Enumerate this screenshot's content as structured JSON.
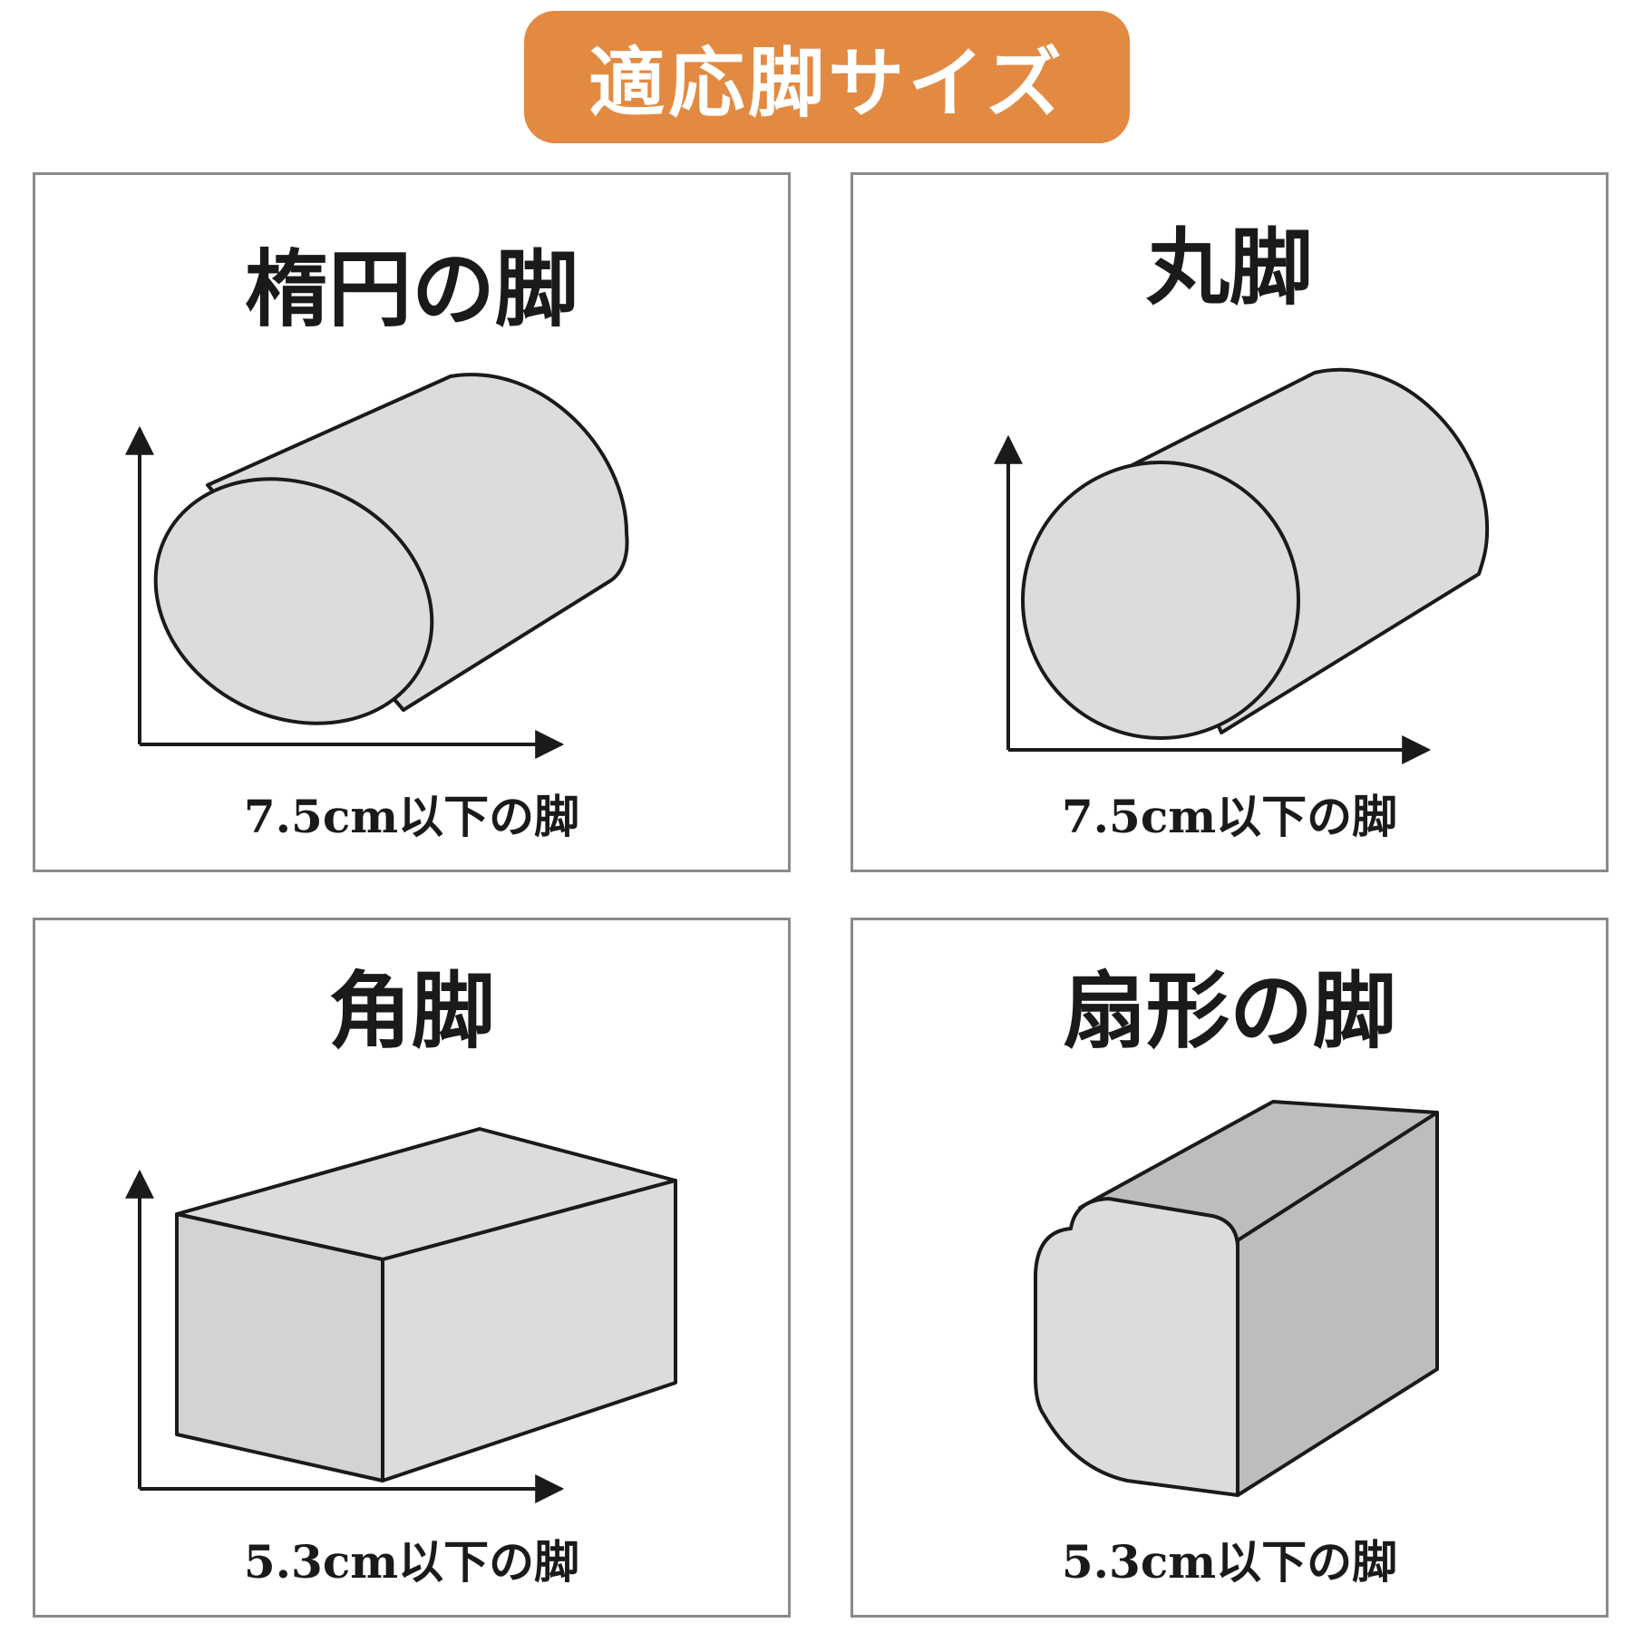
{
  "banner": {
    "title": "適応脚サイズ",
    "bg_color": "#E38A42",
    "text_color": "#FFFFFF"
  },
  "colors": {
    "border": "#8C8A88",
    "fill_light": "#DCDCDC",
    "fill_mid": "#D3D3D3",
    "fill_dark": "#BDBDBE",
    "stroke": "#1A1A1A"
  },
  "cards": [
    {
      "title": "楕円の脚",
      "caption": "7.5cm以下の脚",
      "shape_icon": "ellipse-cylinder-icon"
    },
    {
      "title": "丸脚",
      "caption": "7.5cm以下の脚",
      "shape_icon": "round-cylinder-icon"
    },
    {
      "title": "角脚",
      "caption": "5.3cm以下の脚",
      "shape_icon": "square-prism-icon"
    },
    {
      "title": "扇形の脚",
      "caption": "5.3cm以下の脚",
      "shape_icon": "fan-shaped-prism-icon"
    }
  ]
}
